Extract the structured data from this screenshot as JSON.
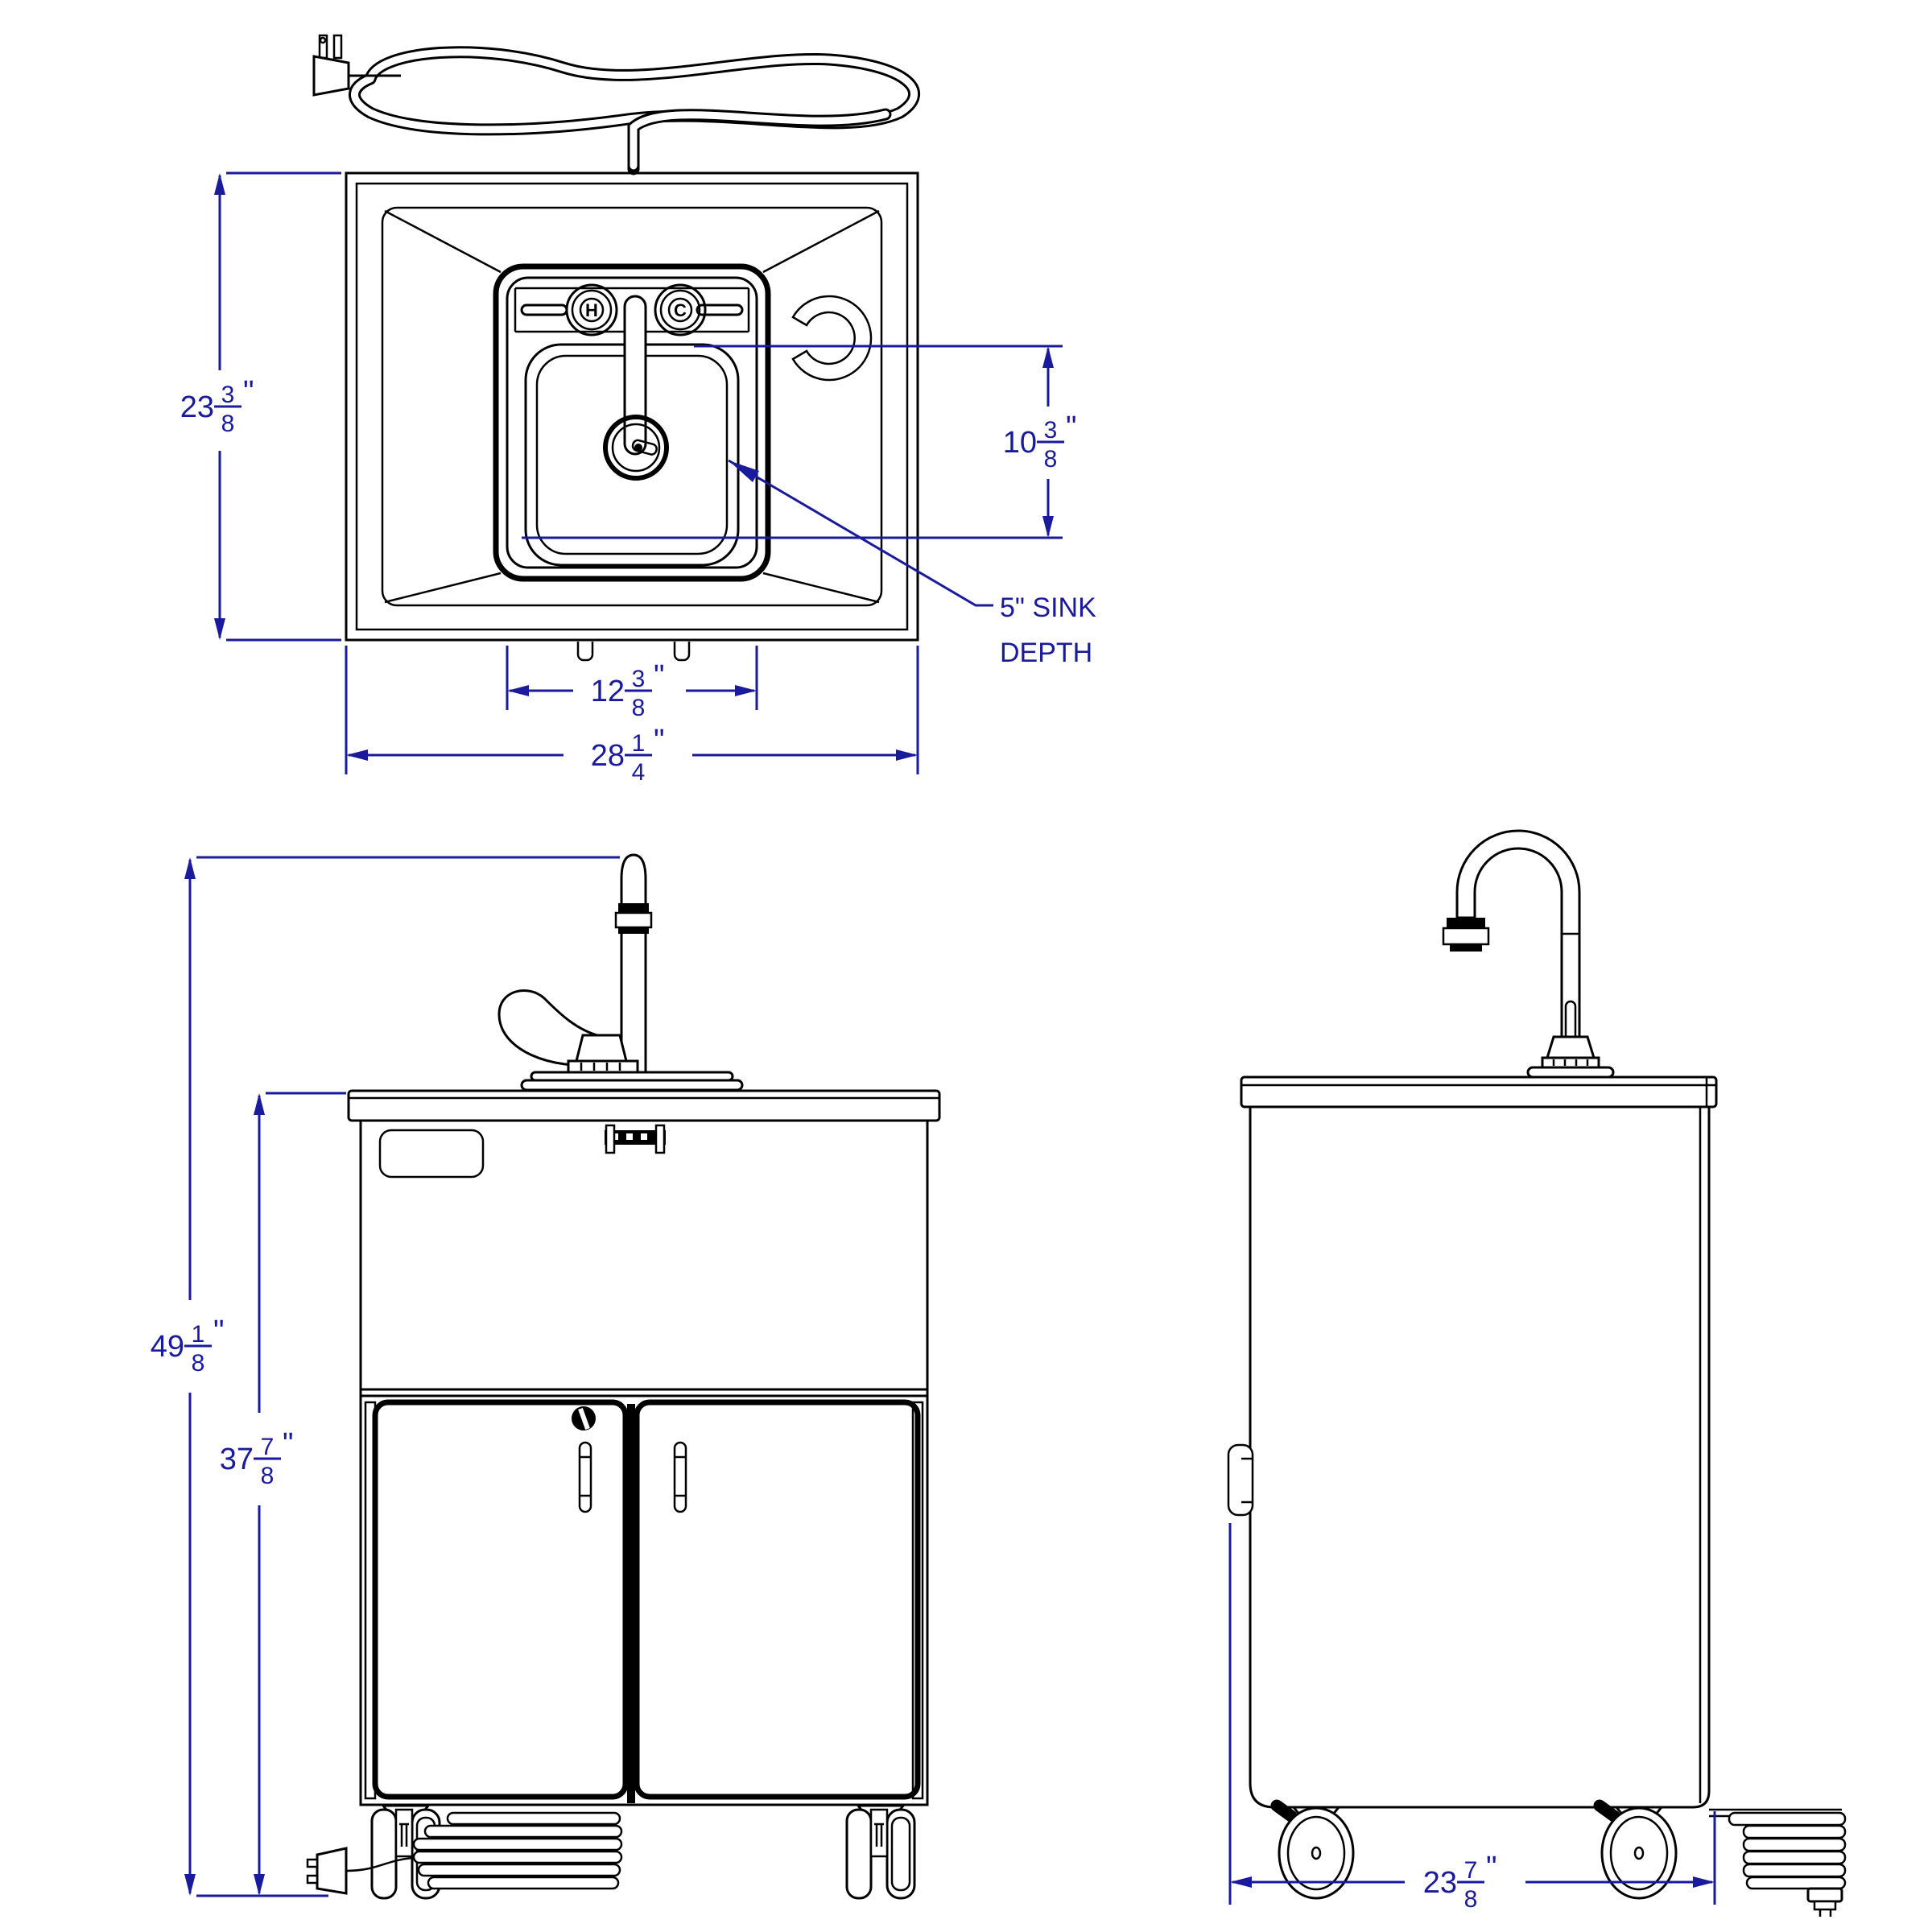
{
  "drawing": {
    "colors": {
      "dimension_blue": "#1A1A9C",
      "line_black": "#000000",
      "background": "#FFFFFF"
    },
    "faucet_labels": {
      "hot": "H",
      "cold": "C"
    },
    "dims": {
      "top_depth": {
        "whole": "23",
        "num": "3",
        "den": "8",
        "unit": "\""
      },
      "drain_offset": {
        "whole": "10",
        "num": "3",
        "den": "8",
        "unit": "\""
      },
      "sink_width": {
        "whole": "12",
        "num": "3",
        "den": "8",
        "unit": "\""
      },
      "overall_width": {
        "whole": "28",
        "num": "1",
        "den": "4",
        "unit": "\""
      },
      "overall_height": {
        "whole": "49",
        "num": "1",
        "den": "8",
        "unit": "\""
      },
      "counter_height": {
        "whole": "37",
        "num": "7",
        "den": "8",
        "unit": "\""
      },
      "cabinet_depth": {
        "whole": "23",
        "num": "7",
        "den": "8",
        "unit": "\""
      },
      "sink_depth_callout": {
        "line1": "5\" SINK",
        "line2": "DEPTH"
      }
    }
  }
}
